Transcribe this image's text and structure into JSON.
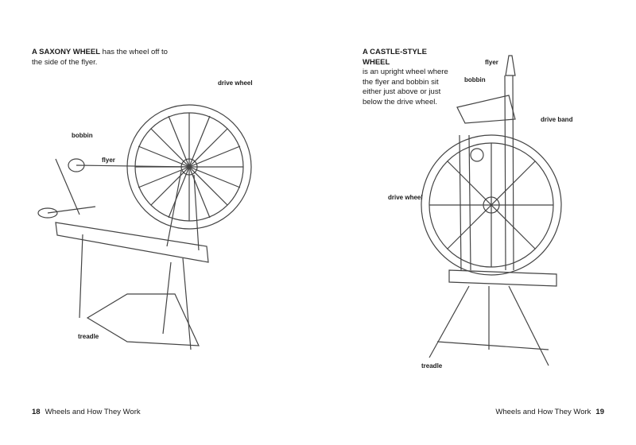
{
  "left_page": {
    "intro_bold": "A SAXONY WHEEL",
    "intro_text": " has the wheel off to the side of the flyer.",
    "labels": {
      "drive_wheel": "drive wheel",
      "bobbin": "bobbin",
      "flyer": "flyer",
      "treadle": "treadle"
    },
    "page_number": "18",
    "running_title": "Wheels and How They Work"
  },
  "right_page": {
    "intro_bold": "A CASTLE-STYLE WHEEL",
    "intro_text": "is an upright wheel where the flyer and bobbin sit either just above or just below the drive wheel.",
    "labels": {
      "flyer": "flyer",
      "bobbin": "bobbin",
      "drive_band": "drive band",
      "drive_wheel": "drive wheel",
      "treadle": "treadle"
    },
    "page_number": "19",
    "running_title": "Wheels and How They Work"
  }
}
